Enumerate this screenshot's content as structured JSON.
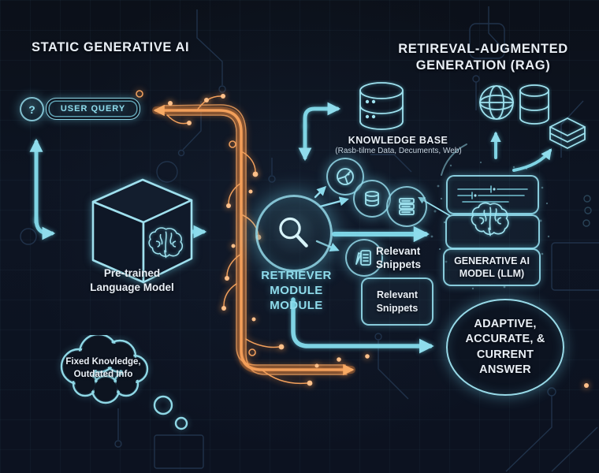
{
  "colors": {
    "accent_cyan": "#7fd4e4",
    "accent_orange": "#f2a05c",
    "text_white": "#e9eff6",
    "background": "#0d1422"
  },
  "left": {
    "title": "STATIC GENERATIVE AI",
    "question_mark": "?",
    "user_query": "USER QUERY",
    "model_label": "Pre-trained\nLanguage Model",
    "thought": "Fixed Knovledge,\nOutdated Info"
  },
  "center": {
    "retriever_label": "RETRIEVER\nMODULE\nMODULE",
    "kb_title": "KNOWLEDGE BASE",
    "kb_subtitle": "(Rasb-tilme Data, Decuments, Web)",
    "snippets_text": "Relevant\nSnippets",
    "snippets_box": "Relevant\nSnippets"
  },
  "right": {
    "title": "RETIREVAL-AUGMENTED\nGENERATION (RAG)",
    "llm_label": "GENERATIVE AI\nMODEL (LLM)",
    "answer": "ADAPTIVE,\nACCURATE, &\nCURRENT\nANSWER"
  },
  "icons": {
    "question": "question-icon",
    "magnifier": "magnifier-icon",
    "brain_cube": "brain-icon",
    "brain_llm": "brain-icon",
    "knowledge_base": "database-icon",
    "globe_small": "pie-globe-icon",
    "db_small": "mini-database-icon",
    "docs_small": "document-stack-icon",
    "snippet_small": "pencil-document-icon",
    "globe_right": "globe-icon",
    "db_right": "database-icon",
    "layers_right": "layers-icon",
    "cloud": "thought-cloud-icon"
  }
}
